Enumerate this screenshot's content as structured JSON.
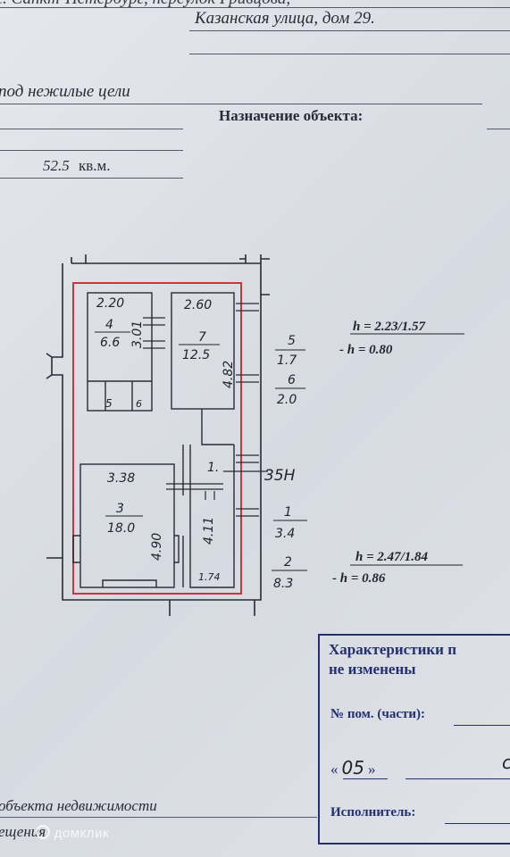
{
  "header": {
    "partial_top": "г. Санкт-Петербург, переулок Гривцова,",
    "address": "Казанская улица, дом 29.",
    "usage": "под нежилые цели",
    "purpose_label": "Назначение объекта:",
    "area_value": "52.5",
    "area_unit": "кв.м."
  },
  "plan": {
    "room_4_width": "2.20",
    "room_4_number": "4",
    "room_4_area": "6.6",
    "room_4_length": "3.01",
    "wc_5": "5",
    "wc_6": "6",
    "room_7_width": "2.60",
    "room_7_number": "7",
    "room_7_area": "12.5",
    "room_7_length": "4.82",
    "corridor_1": "1.",
    "room_3_width": "3.38",
    "room_3_number": "3",
    "room_3_area": "18.0",
    "room_3_length": "4.90",
    "corridor_2_length": "4.11",
    "corridor_2_width": "1.74",
    "door_35": "35Н",
    "note_5": "5",
    "note_5_area": "1.7",
    "note_6": "6",
    "note_6_area": "2.0",
    "note_1": "1",
    "note_1_area": "3.4",
    "note_2": "2",
    "note_2_area": "8.3",
    "height_upper": "h = 2.23/1.57",
    "height_upper_sub": "- h = 0.80",
    "height_lower": "h = 2.47/1.84",
    "height_lower_sub": "- h = 0.86"
  },
  "stamp": {
    "title": "Характеристики п",
    "subtitle": "не изменены",
    "room_label": "№ пом. (части):",
    "quote_open": "«",
    "number_value": "05",
    "quote_close": "»",
    "partial_handwriting": "с",
    "executor_label": "Исполнитель:"
  },
  "footer": {
    "object_text": "объекта недвижимости",
    "partial_text": "ещения",
    "watermark": "домклик"
  }
}
